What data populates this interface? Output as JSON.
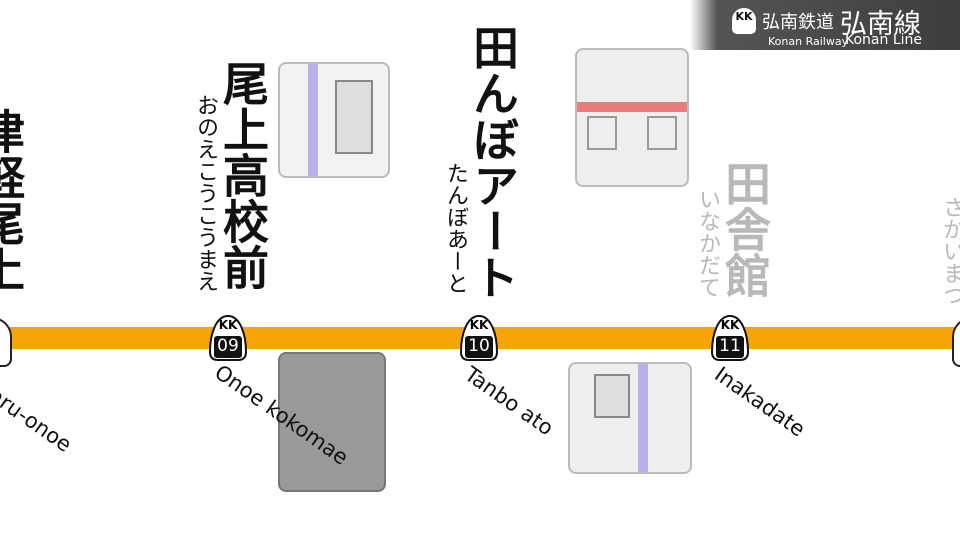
{
  "header": {
    "logo_text": "KK",
    "company_jp": "弘南鉄道",
    "line_jp": "弘南線",
    "company_en": "Konan Railway",
    "line_en": "Konan Line"
  },
  "colors": {
    "line": "#F5A40A"
  },
  "stations": [
    {
      "name": "津軽尾上",
      "romaji": "Tsugaru-onoe"
    },
    {
      "code": "KK",
      "number": "09",
      "name": "尾上高校前",
      "reading": "おのえこうこうまえ",
      "romaji": "Onoe kokomae"
    },
    {
      "code": "KK",
      "number": "10",
      "name": "田んぼアート",
      "reading": "たんぼあーと",
      "romaji": "Tanbo ato"
    },
    {
      "code": "KK",
      "number": "11",
      "name": "田舎館",
      "reading": "いなかだて",
      "romaji": "Inakadate"
    },
    {
      "reading": "さかいまつ"
    }
  ]
}
